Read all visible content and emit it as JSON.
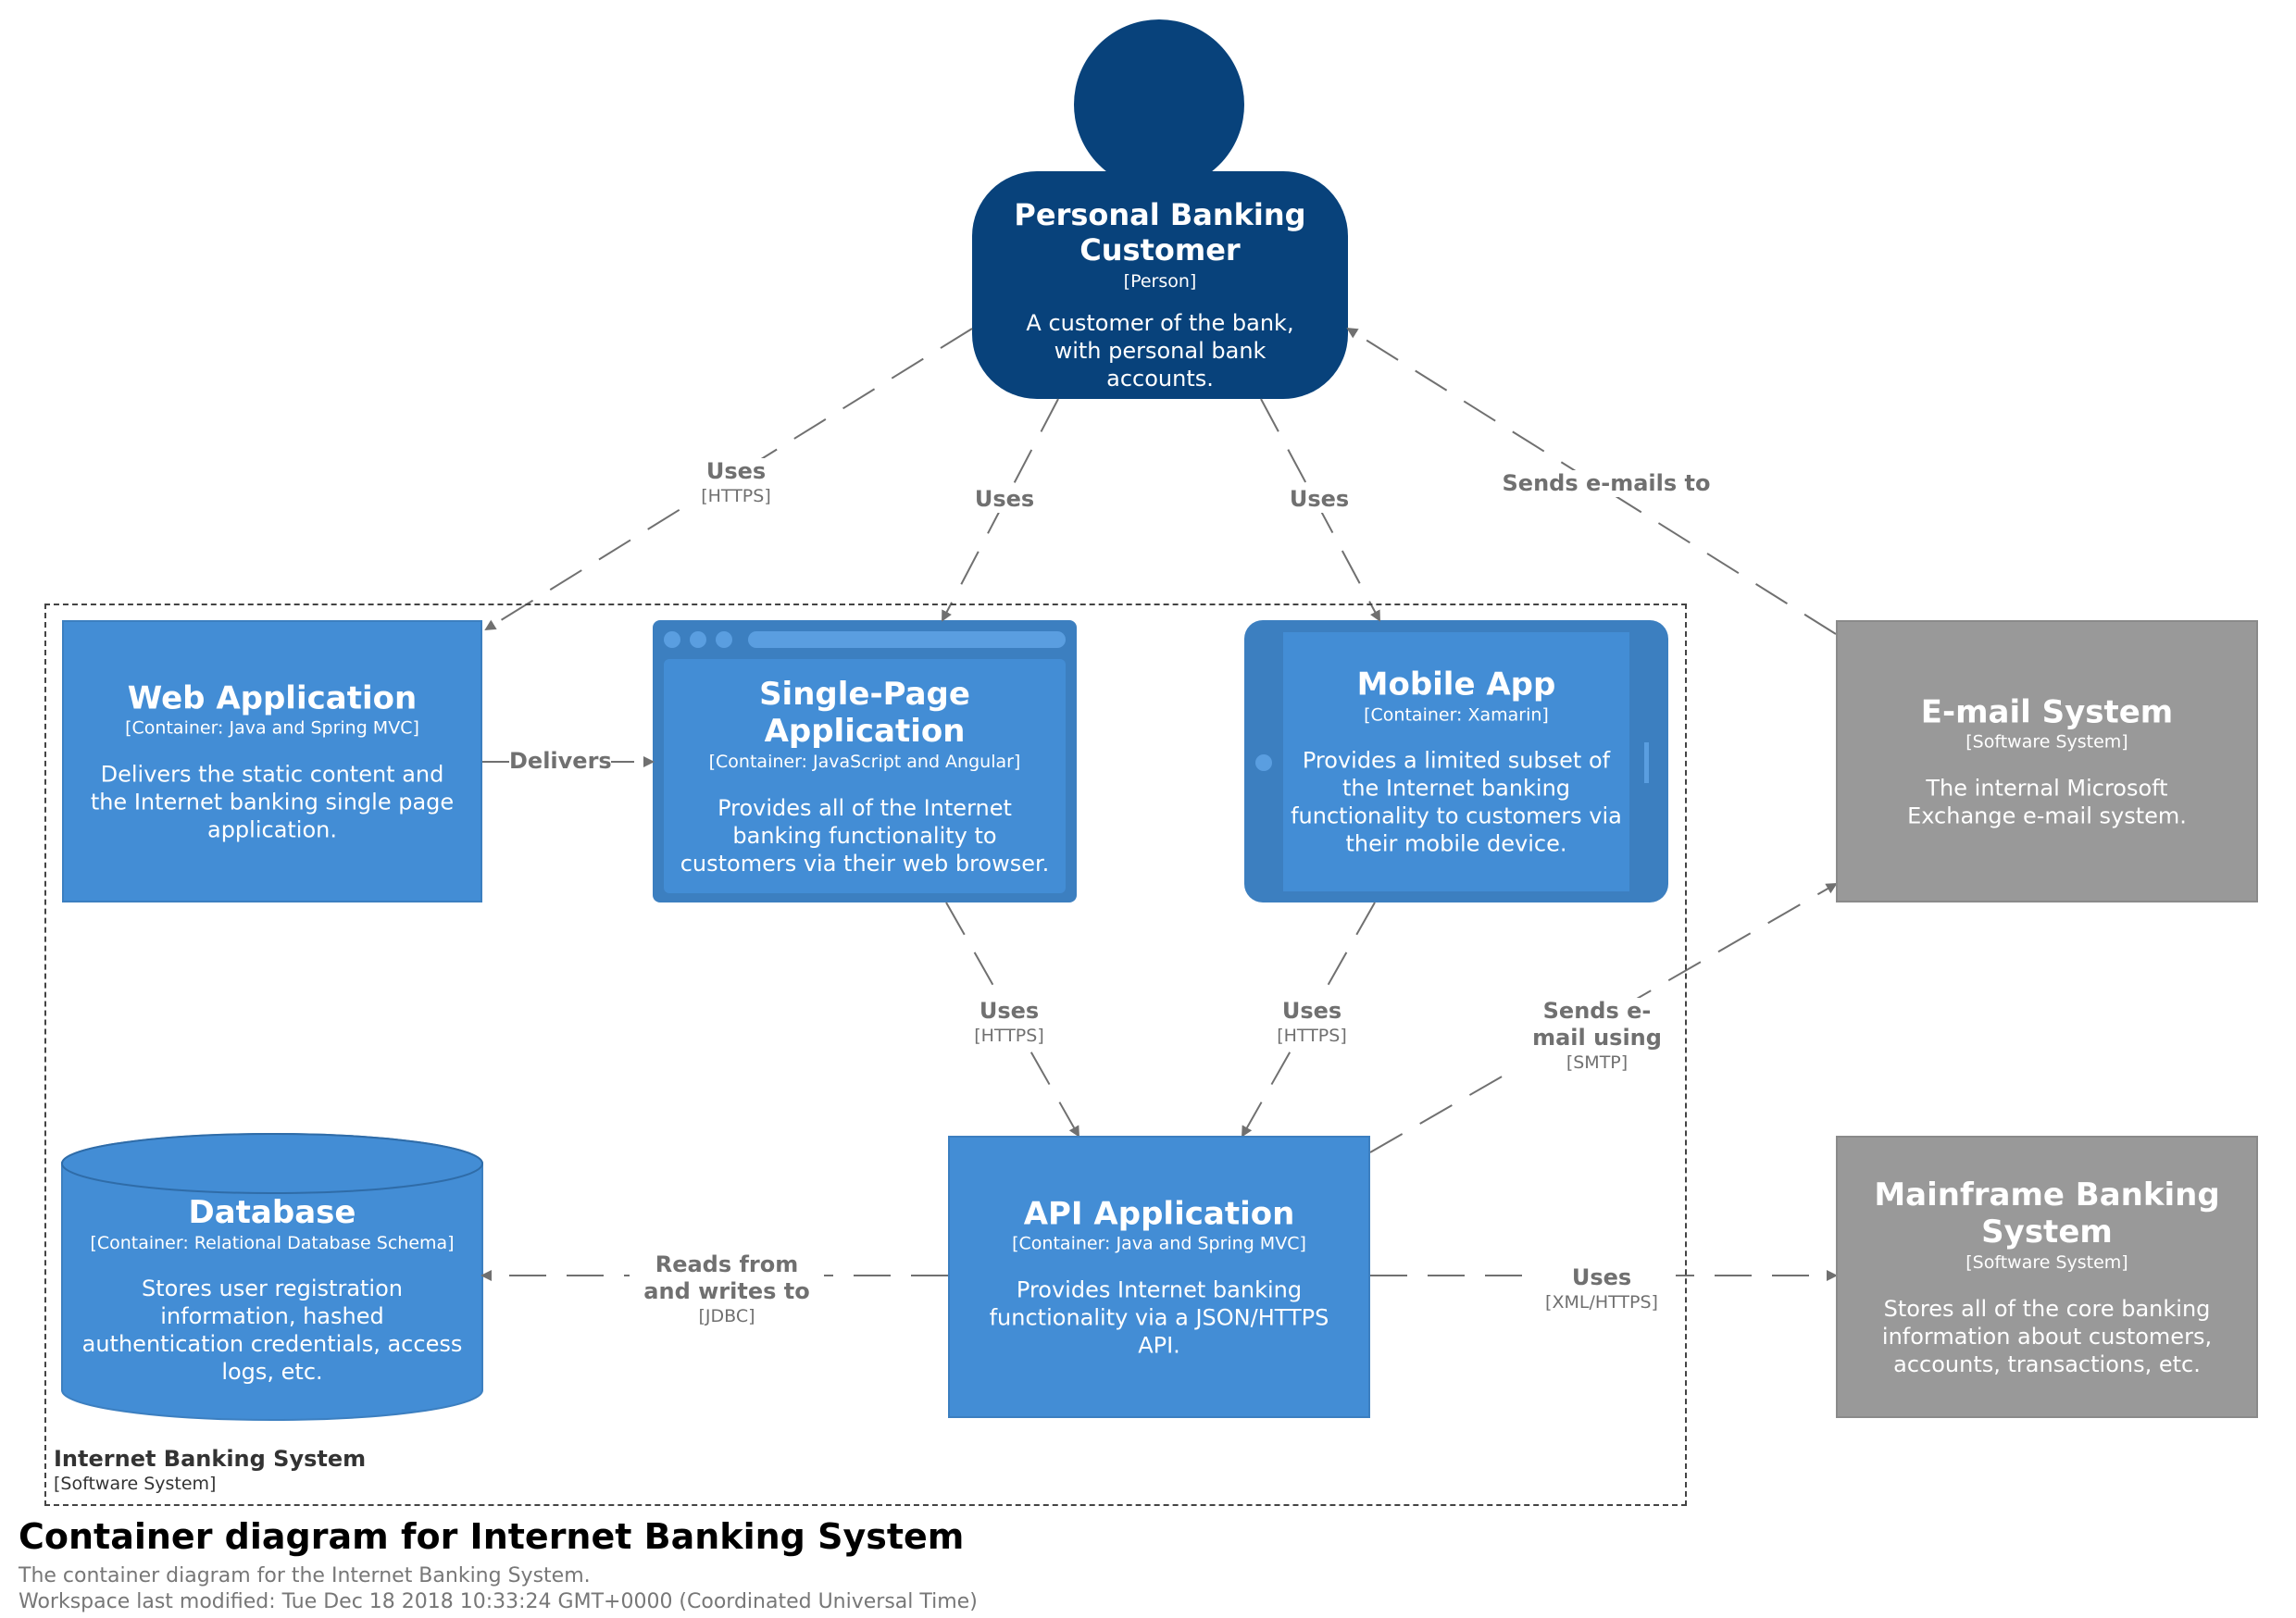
{
  "diagram": {
    "title": "Container diagram for Internet Banking System",
    "description": "The container diagram for the Internet Banking System.",
    "last_modified": "Workspace last modified: Tue Dec 18 2018 10:33:24 GMT+0000 (Coordinated Universal Time)"
  },
  "colors": {
    "person": "#08427b",
    "container": "#438dd5",
    "external_system": "#999999",
    "relationship": "#707070"
  },
  "boundary": {
    "name": "Internet Banking System",
    "type": "[Software System]"
  },
  "elements": {
    "customer": {
      "name": "Personal Banking Customer",
      "type": "[Person]",
      "description": "A customer of the bank, with personal bank accounts."
    },
    "web_app": {
      "name": "Web Application",
      "type": "[Container: Java and Spring MVC]",
      "description": "Delivers the static content and the Internet banking single page application."
    },
    "spa": {
      "name": "Single-Page Application",
      "type": "[Container: JavaScript and Angular]",
      "description": "Provides all of the Internet banking functionality to customers via their web browser."
    },
    "mobile_app": {
      "name": "Mobile App",
      "type": "[Container: Xamarin]",
      "description": "Provides a limited subset of the Internet banking functionality to customers via their mobile device."
    },
    "email_system": {
      "name": "E-mail System",
      "type": "[Software System]",
      "description": "The internal Microsoft Exchange e-mail system."
    },
    "database": {
      "name": "Database",
      "type": "[Container: Relational Database Schema]",
      "description": "Stores user registration information, hashed authentication credentials, access logs, etc."
    },
    "api_app": {
      "name": "API Application",
      "type": "[Container: Java and Spring MVC]",
      "description": "Provides Internet banking functionality via a JSON/HTTPS API."
    },
    "mainframe": {
      "name": "Mainframe Banking System",
      "type": "[Software System]",
      "description": "Stores all of the core banking information about customers, accounts, transactions, etc."
    }
  },
  "relationships": {
    "customer_web": {
      "description": "Uses",
      "technology": "[HTTPS]"
    },
    "customer_spa": {
      "description": "Uses",
      "technology": ""
    },
    "customer_mobile": {
      "description": "Uses",
      "technology": ""
    },
    "email_customer": {
      "description": "Sends e-mails to",
      "technology": ""
    },
    "web_spa": {
      "description": "Delivers",
      "technology": ""
    },
    "spa_api": {
      "description": "Uses",
      "technology": "[HTTPS]"
    },
    "mobile_api": {
      "description": "Uses",
      "technology": "[HTTPS]"
    },
    "api_email": {
      "description": "Sends e-mail using",
      "technology": "[SMTP]"
    },
    "api_db": {
      "description": "Reads from and writes to",
      "technology": "[JDBC]"
    },
    "api_mainframe": {
      "description": "Uses",
      "technology": "[XML/HTTPS]"
    }
  }
}
